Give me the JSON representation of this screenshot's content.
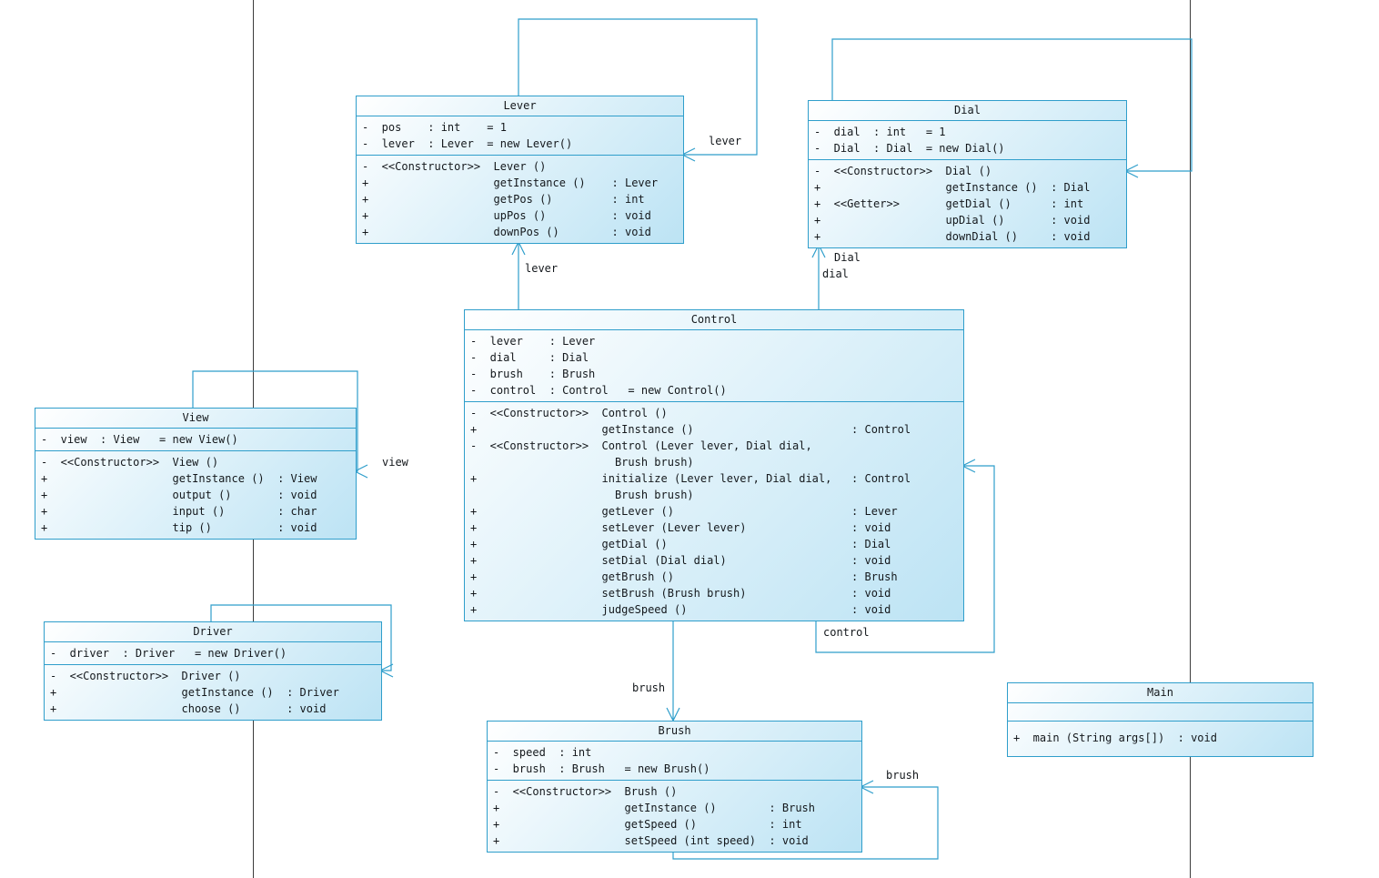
{
  "colors": {
    "line": "#2f9ecb",
    "frame": "#3c3c3c",
    "fill_a": "#ffffff",
    "fill_b": "#bce3f4",
    "text": "#14181c"
  },
  "classes": {
    "lever": {
      "title": "Lever",
      "fields": [
        "-  pos    : int    = 1",
        "-  lever  : Lever  = new Lever()"
      ],
      "methods": [
        "-  <<Constructor>>  Lever ()",
        "+                   getInstance ()    : Lever",
        "+                   getPos ()         : int",
        "+                   upPos ()          : void",
        "+                   downPos ()        : void"
      ]
    },
    "dial": {
      "title": "Dial",
      "fields": [
        "-  dial  : int   = 1",
        "-  Dial  : Dial  = new Dial()"
      ],
      "methods": [
        "-  <<Constructor>>  Dial ()",
        "+                   getInstance ()  : Dial",
        "+  <<Getter>>       getDial ()      : int",
        "+                   upDial ()       : void",
        "+                   downDial ()     : void"
      ]
    },
    "control": {
      "title": "Control",
      "fields": [
        "-  lever    : Lever",
        "-  dial     : Dial",
        "-  brush    : Brush",
        "-  control  : Control   = new Control()"
      ],
      "methods": [
        "-  <<Constructor>>  Control ()",
        "+                   getInstance ()                        : Control",
        "-  <<Constructor>>  Control (Lever lever, Dial dial,",
        "                      Brush brush)",
        "+                   initialize (Lever lever, Dial dial,   : Control",
        "                      Brush brush)",
        "+                   getLever ()                           : Lever",
        "+                   setLever (Lever lever)                : void",
        "+                   getDial ()                            : Dial",
        "+                   setDial (Dial dial)                   : void",
        "+                   getBrush ()                           : Brush",
        "+                   setBrush (Brush brush)                : void",
        "+                   judgeSpeed ()                         : void"
      ]
    },
    "view": {
      "title": "View",
      "fields": [
        "-  view  : View   = new View()"
      ],
      "methods": [
        "-  <<Constructor>>  View ()",
        "+                   getInstance ()  : View",
        "+                   output ()       : void",
        "+                   input ()        : char",
        "+                   tip ()          : void"
      ]
    },
    "driver": {
      "title": "Driver",
      "fields": [
        "-  driver  : Driver   = new Driver()"
      ],
      "methods": [
        "-  <<Constructor>>  Driver ()",
        "+                   getInstance ()  : Driver",
        "+                   choose ()       : void"
      ]
    },
    "brush": {
      "title": "Brush",
      "fields": [
        "-  speed  : int",
        "-  brush  : Brush   = new Brush()"
      ],
      "methods": [
        "-  <<Constructor>>  Brush ()",
        "+                   getInstance ()        : Brush",
        "+                   getSpeed ()           : int",
        "+                   setSpeed (int speed)  : void"
      ]
    },
    "main": {
      "title": "Main",
      "fields": [],
      "methods": [
        "+  main (String args[])  : void"
      ]
    }
  },
  "labels": {
    "lever_loop": "lever",
    "control_to_lever": "lever",
    "control_to_dial_type": "Dial",
    "control_to_dial_name": "dial",
    "control_loop": "control",
    "control_to_brush": "brush",
    "view_loop": "view",
    "brush_loop": "brush"
  }
}
